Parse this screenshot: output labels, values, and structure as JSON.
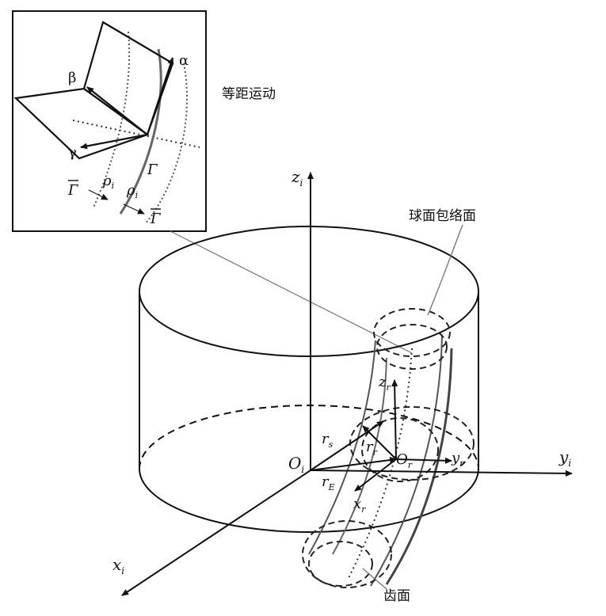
{
  "inset": {
    "title": "等距运动",
    "labels": {
      "alpha": "α",
      "beta": "β",
      "gamma": "γ",
      "gamma_curve": "Γ",
      "gamma_bar_left": "Γ",
      "gamma_bar_right": "Γ",
      "rho": "ρ",
      "rho_sub": "i"
    }
  },
  "callouts": {
    "sphere_envelope": "球面包络面",
    "tooth_surface": "齿面"
  },
  "axes": {
    "z_main": "z",
    "y_main": "y",
    "x_main": "x",
    "sub_i": "i",
    "origin_main": "O",
    "z_r": "z",
    "y_r": "y",
    "x_r": "x",
    "sub_r": "r",
    "origin_r": "O",
    "r_s": "r",
    "sub_s": "s",
    "r_r": "r",
    "r_E": "r",
    "sub_E": "E"
  }
}
